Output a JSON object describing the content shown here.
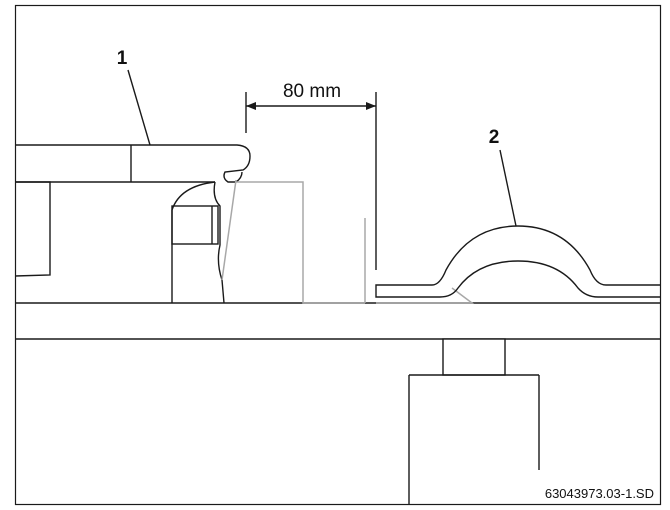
{
  "dimension": {
    "value_label": "80 mm"
  },
  "callouts": [
    {
      "id": "1",
      "label": "1"
    },
    {
      "id": "2",
      "label": "2"
    }
  ],
  "figure_code": "63043973.03-1.SD",
  "colors": {
    "line": "#1a1a1a",
    "hidden_line": "#a8a8a8",
    "background": "#ffffff"
  }
}
